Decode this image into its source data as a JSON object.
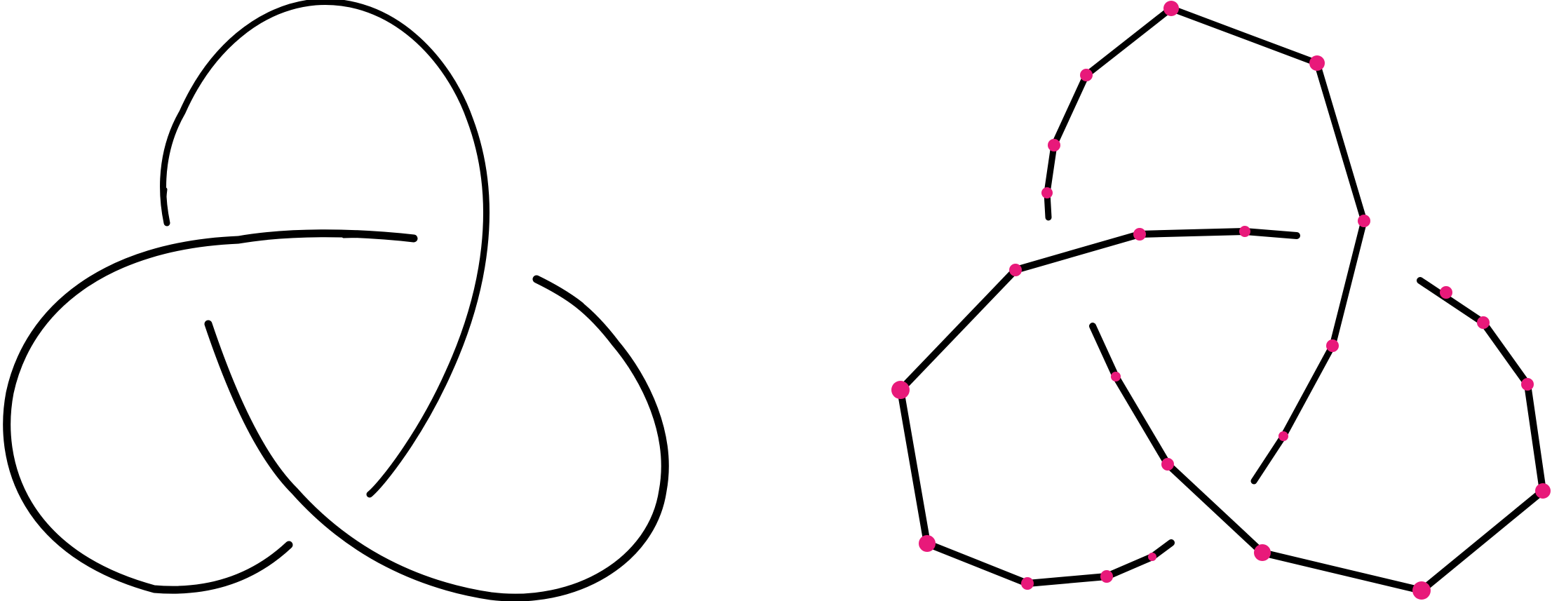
{
  "figure": {
    "colors": {
      "stroke": "#000000",
      "vertex": "#e8197a",
      "background": "#ffffff"
    },
    "panels": [
      {
        "kind": "smooth-trefoil-knot-diagram"
      },
      {
        "kind": "polygonal-trefoil-knot-diagram",
        "vertex_marker": "pink-dot"
      }
    ]
  }
}
